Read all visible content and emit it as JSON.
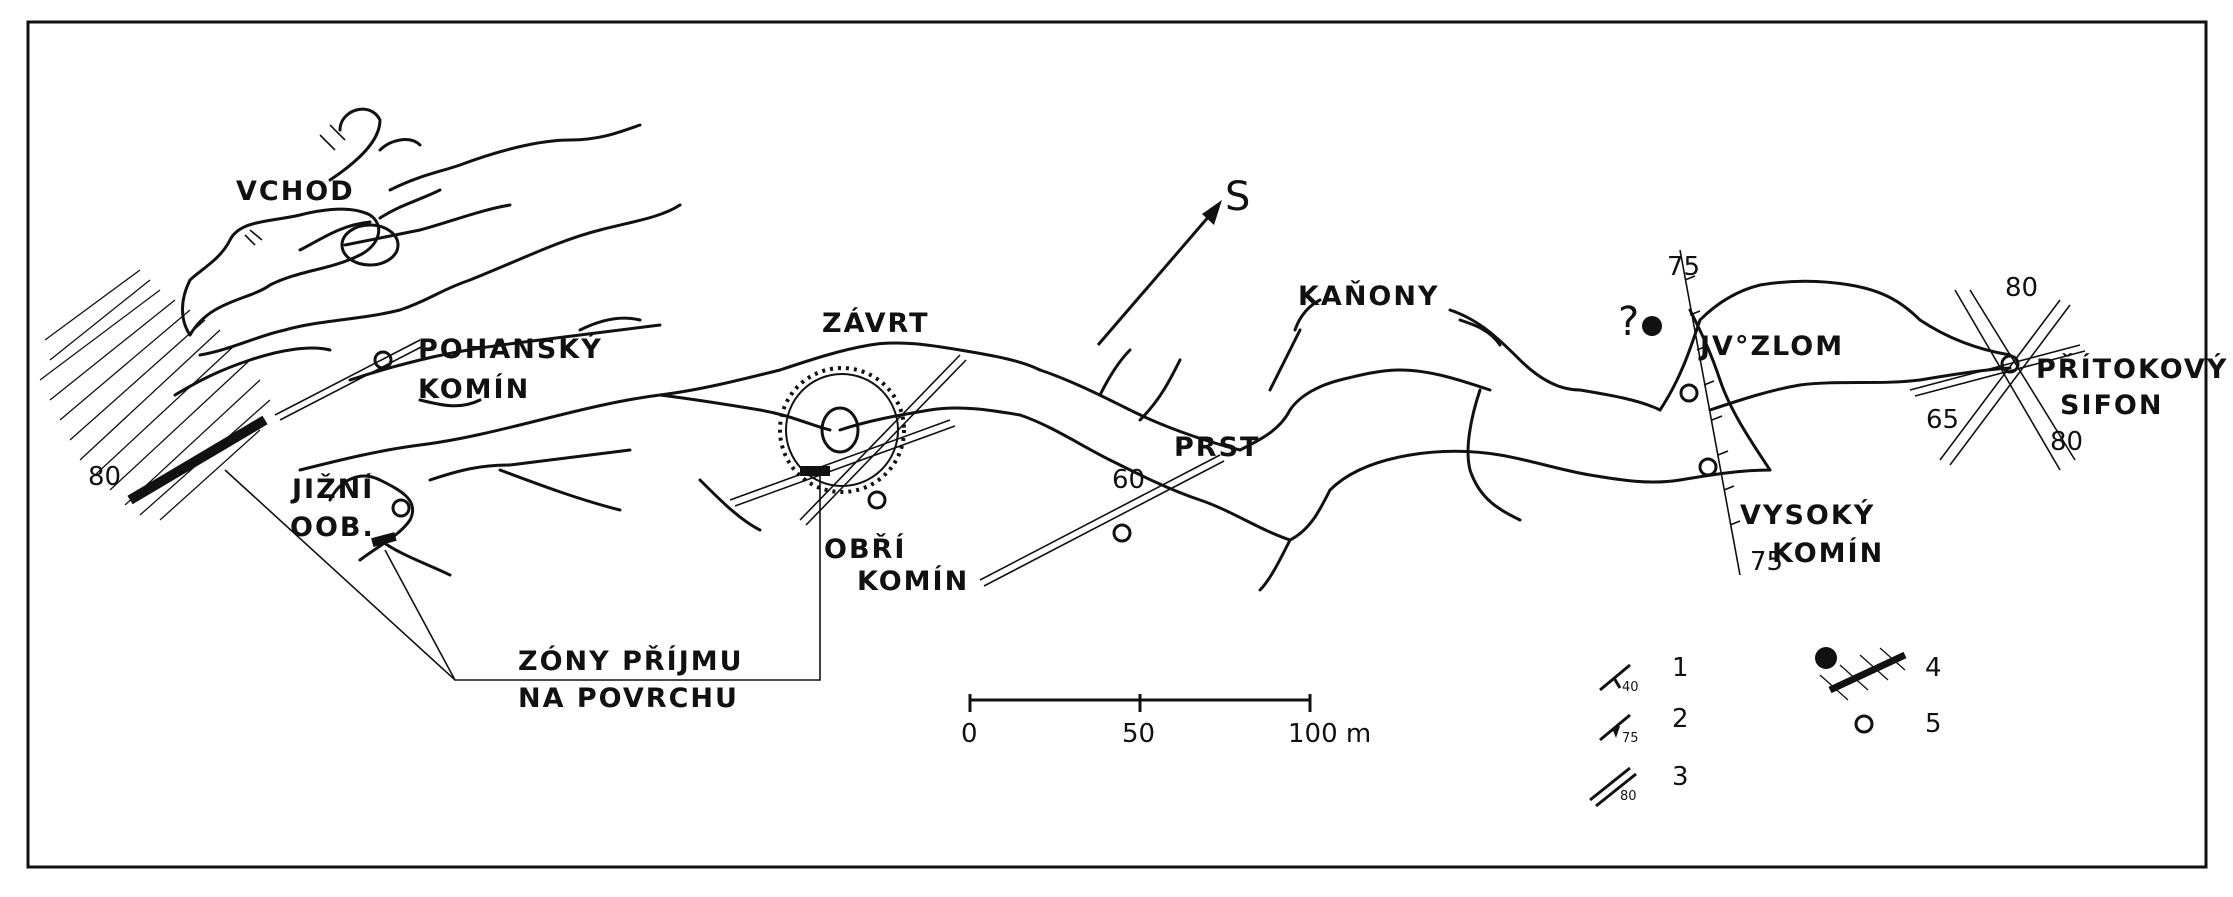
{
  "map": {
    "labels": {
      "vchod": "VCHOD",
      "pohansky_1": "POHANSKÝ",
      "pohansky_2": "KOMÍN",
      "jizni_1": "JIŽNÍ",
      "jizni_2": "OOB.",
      "zavrt": "ZÁVRT",
      "obri_1": "OBŘÍ",
      "obri_2": "KOMÍN",
      "prst": "PRST",
      "kanony": "KAŇONY",
      "jv_zlom": "JV°ZLOM",
      "vysoky_1": "VYSOKÝ",
      "vysoky_2": "KOMÍN",
      "pritokovy_1": "PŘÍTOKOVÝ",
      "pritokovy_2": "SIFON",
      "zony_1": "ZÓNY PŘÍJMU",
      "zony_2": "NA POVRCHU",
      "north": "S",
      "question": "?"
    },
    "dip_values": {
      "left_80": "80",
      "middle_60": "60",
      "jv_top_75": "75",
      "jv_bottom_75": "75",
      "sifon_80_top": "80",
      "sifon_65": "65",
      "sifon_80_bottom": "80"
    },
    "scale_bar": {
      "ticks": [
        "0",
        "50",
        "100 m"
      ]
    },
    "legend": {
      "items": [
        "1",
        "2",
        "3",
        "4",
        "5"
      ],
      "sample_dips": [
        "40",
        "75",
        "80"
      ]
    }
  }
}
